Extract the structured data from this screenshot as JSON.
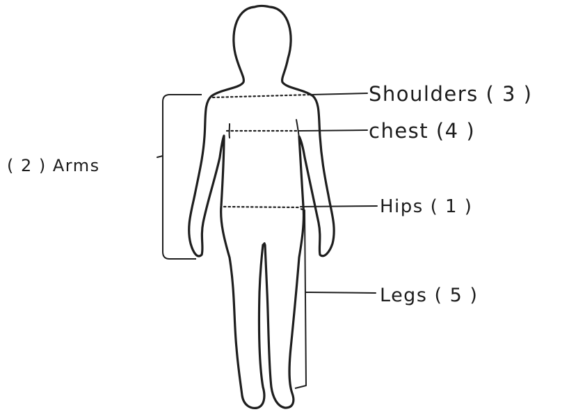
{
  "labels": {
    "shoulders": "Shoulders ( 3 )",
    "chest": "chest (4 )",
    "arms": "( 2 ) Arms",
    "hips": "Hips ( 1 )",
    "legs": "Legs ( 5 )"
  },
  "colors": {
    "ink": "#1e1e1e",
    "background": "#ffffff"
  }
}
